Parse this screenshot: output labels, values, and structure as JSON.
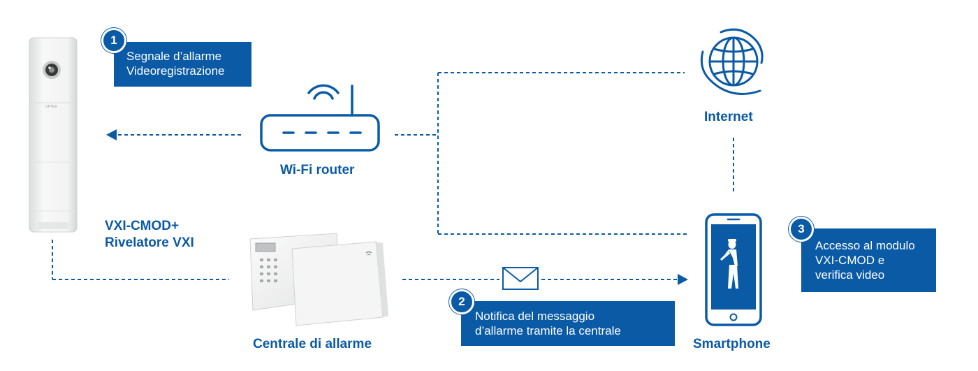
{
  "colors": {
    "accent": "#0a5aa6",
    "device": "#f1f3f2"
  },
  "devices": {
    "camera": {
      "label_line1": "VXI-CMOD+",
      "label_line2": "Rivelatore VXI",
      "brand": "OPTEX"
    },
    "router": {
      "label": "Wi-Fi router",
      "icon": "wifi-router-icon"
    },
    "internet": {
      "label": "Internet",
      "icon": "globe-icon"
    },
    "control_panel": {
      "label": "Centrale di allarme"
    },
    "smartphone": {
      "label": "Smartphone",
      "icon": "smartphone-icon"
    }
  },
  "steps": [
    {
      "number": "1",
      "line1": "Segnale d’allarme",
      "line2": "Videoregistrazione",
      "line3": ""
    },
    {
      "number": "2",
      "line1": "Notifica del messaggio",
      "line2": "d’allarme tramite la centrale",
      "line3": ""
    },
    {
      "number": "3",
      "line1": "Accesso al modulo",
      "line2": "VXI-CMOD e",
      "line3": "verifica video"
    }
  ]
}
